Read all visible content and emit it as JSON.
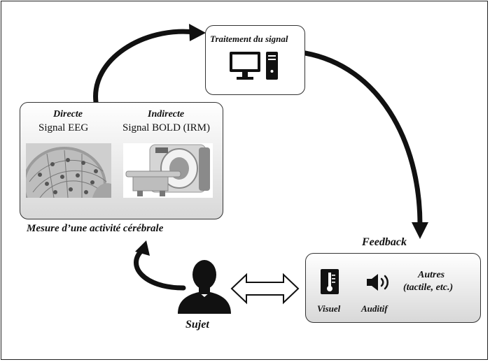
{
  "processing": {
    "title": "Traitement du signal",
    "icon": "computer-icon"
  },
  "measure": {
    "direct_title": "Directe",
    "direct_signal": "Signal EEG",
    "indirect_title": "Indirecte",
    "indirect_signal": "Signal BOLD (IRM)",
    "caption": "Mesure d’une activité cérébrale",
    "direct_image": "eeg-cap-image",
    "indirect_image": "mri-scanner-image"
  },
  "feedback": {
    "title": "Feedback",
    "visual_label": "Visuel",
    "auditory_label": "Auditif",
    "other_label_1": "Autres",
    "other_label_2": "(tactile, etc.)",
    "visual_icon": "thermometer-icon",
    "auditory_icon": "speaker-icon"
  },
  "subject": {
    "label": "Sujet",
    "icon": "person-icon"
  }
}
